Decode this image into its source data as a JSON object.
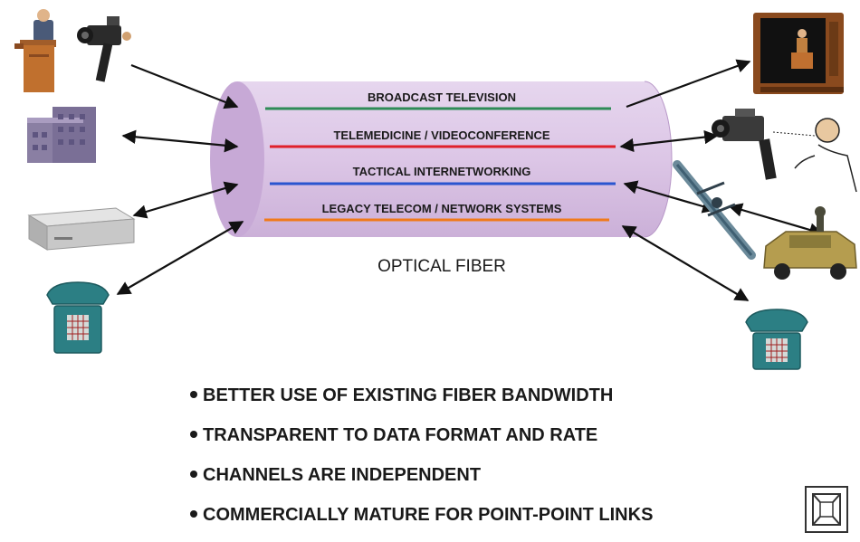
{
  "fiber": {
    "label": "OPTICAL FIBER",
    "channels": [
      {
        "label": "BROADCAST TELEVISION",
        "color": "#2e8b57"
      },
      {
        "label": "TELEMEDICINE / VIDEOCONFERENCE",
        "color": "#e0202a"
      },
      {
        "label": "TACTICAL INTERNETWORKING",
        "color": "#2a55d0"
      },
      {
        "label": "LEGACY TELECOM / NETWORK SYSTEMS",
        "color": "#f07a1a"
      }
    ],
    "tube_color": "#d9c4e4"
  },
  "bullets": [
    "BETTER USE OF EXISTING FIBER BANDWIDTH",
    "TRANSPARENT TO DATA FORMAT AND RATE",
    "CHANNELS ARE INDEPENDENT",
    "COMMERCIALLY MATURE FOR POINT-POINT LINKS"
  ],
  "icons": {
    "left": [
      "podium-speaker-icon",
      "video-camera-icon",
      "office-building-icon",
      "network-equipment-icon",
      "telephone-icon"
    ],
    "right": [
      "television-icon",
      "camera-operator-icon",
      "satellite-antenna-icon",
      "military-vehicle-icon",
      "telephone-icon"
    ],
    "corner": "corner-logo-icon"
  }
}
